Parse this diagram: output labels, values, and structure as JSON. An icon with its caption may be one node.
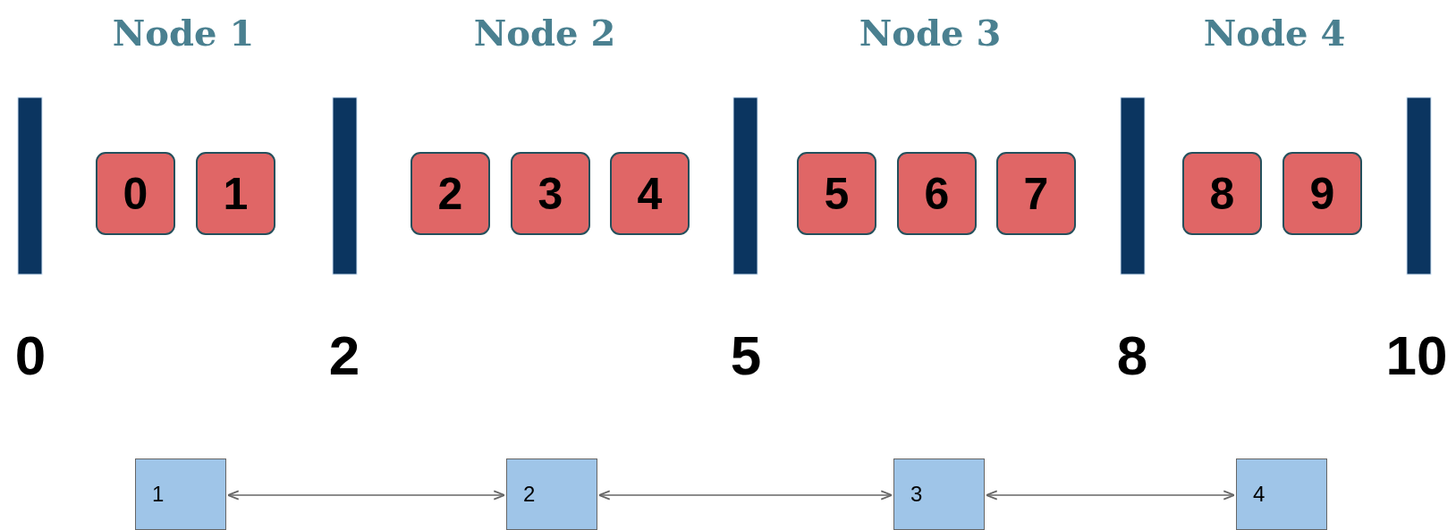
{
  "diagram": {
    "nodes": [
      {
        "text": [
          "0"
        ]
      },
      {
        "text": [
          "1"
        ]
      },
      {
        "text": [
          "2"
        ]
      },
      {
        "text": [
          "3"
        ]
      },
      {
        "text": [
          "4"
        ]
      },
      {
        "text": [
          "5"
        ]
      },
      {
        "text": [
          "6"
        ]
      },
      {
        "text": [
          "7"
        ]
      },
      {
        "text": [
          "8"
        ]
      },
      {
        "text": [
          "9"
        ]
      },
      {
        "text": [
          "1"
        ]
      },
      {
        "text": [
          "2"
        ]
      },
      {
        "text": [
          "3"
        ]
      },
      {
        "text": [
          "4"
        ]
      }
    ],
    "edges": [
      {
        "from": 10,
        "to": 11,
        "arrow": "both"
      },
      {
        "from": 11,
        "to": 12,
        "arrow": "both"
      },
      {
        "from": 12,
        "to": 13,
        "arrow": "both"
      }
    ],
    "labels": [
      "Node 1",
      "Node 2",
      "Node 3",
      "Node 4",
      "0",
      "2",
      "5",
      "8",
      "10"
    ]
  }
}
